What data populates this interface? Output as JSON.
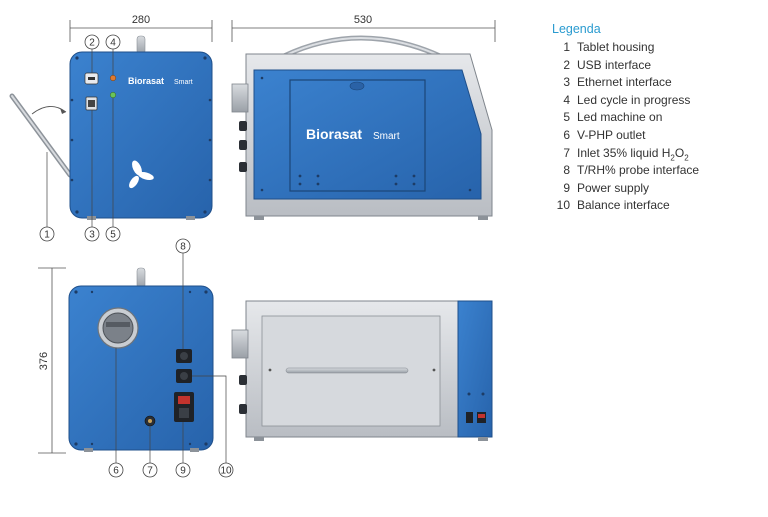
{
  "brand": {
    "name": "Biorasat",
    "suffix": "Smart"
  },
  "dimensions": {
    "front_width": "280",
    "side_width": "530",
    "height": "376"
  },
  "callouts": {
    "c1": "1",
    "c2": "2",
    "c3": "3",
    "c4": "4",
    "c5": "5",
    "c6": "6",
    "c7": "7",
    "c8": "8",
    "c9": "9",
    "c10": "10"
  },
  "legend": {
    "title": "Legenda",
    "items": [
      {
        "num": "1",
        "label": "Tablet housing"
      },
      {
        "num": "2",
        "label": "USB interface"
      },
      {
        "num": "3",
        "label": "Ethernet interface"
      },
      {
        "num": "4",
        "label": "Led cycle in progress"
      },
      {
        "num": "5",
        "label": "Led machine on"
      },
      {
        "num": "6",
        "label": "V-PHP outlet"
      },
      {
        "num": "7",
        "label": "Inlet 35% liquid H",
        "sub1": "2",
        "mid": "O",
        "sub2": "2"
      },
      {
        "num": "8",
        "label": "T/RH% probe interface"
      },
      {
        "num": "9",
        "label": "Power supply"
      },
      {
        "num": "10",
        "label": "Balance interface"
      }
    ]
  },
  "colors": {
    "body_blue": "#2f6fba",
    "frame_grey": "#c9cdd2",
    "legend_title": "#2a9bd0"
  }
}
